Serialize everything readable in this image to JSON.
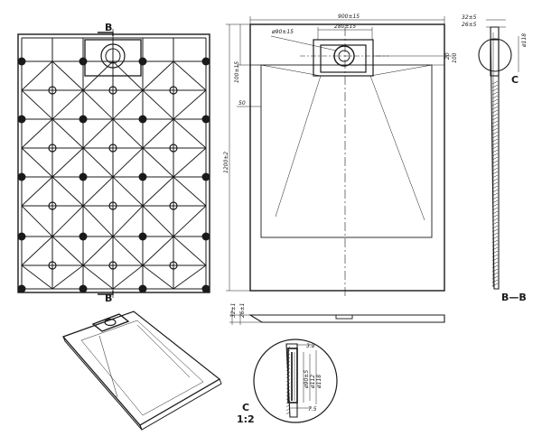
{
  "labels": {
    "section_top": "B",
    "section_bottom": "B",
    "section_name": "B—B",
    "detail_top": "C",
    "detail_bottom": "C",
    "detail_scale": "1:2"
  },
  "dimensions": {
    "width": "900±15",
    "drain_diameter": "ø90±15",
    "drain_box_width": "280±15",
    "height": "1200±2",
    "drain_offset": "100±15",
    "inset": "50",
    "side_depth_a": "20",
    "side_depth_b": "100",
    "profile_thickness_a": "32±1",
    "profile_thickness_b": "26±1",
    "section_thickness_a": "32±5",
    "section_thickness_b": "26±5",
    "section_diameter": "ø118",
    "detail_wall": "3.8",
    "detail_d90": "ø90±5",
    "detail_d112": "ø112",
    "detail_d118": "ø118",
    "detail_gap": "7.5"
  }
}
